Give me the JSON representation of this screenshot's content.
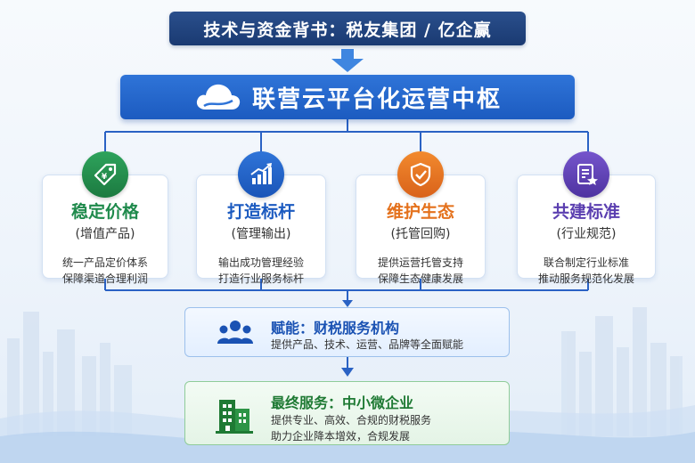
{
  "top_banner": "技术与资金背书：税友集团 / 亿企赢",
  "hub": {
    "title": "联营云平台化运营中枢",
    "icon": "cloud-icon"
  },
  "pillars": [
    {
      "title": "稳定价格",
      "subtitle": "(增值产品)",
      "desc_1": "统一产品定价体系",
      "desc_2": "保障渠道合理利润",
      "color": "#1f8a4c",
      "icon": "price-tag-icon"
    },
    {
      "title": "打造标杆",
      "subtitle": "(管理输出)",
      "desc_1": "输出成功管理经验",
      "desc_2": "打造行业服务标杆",
      "color": "#1c5bc0",
      "icon": "growth-chart-icon"
    },
    {
      "title": "维护生态",
      "subtitle": "(托管回购)",
      "desc_1": "提供运营托管支持",
      "desc_2": "保障生态健康发展",
      "color": "#e4711c",
      "icon": "shield-check-icon"
    },
    {
      "title": "共建标准",
      "subtitle": "(行业规范)",
      "desc_1": "联合制定行业标准",
      "desc_2": "推动服务规范化发展",
      "color": "#5b3fb0",
      "icon": "standard-document-icon"
    }
  ],
  "enablement": {
    "title": "赋能：财税服务机构",
    "desc": "提供产品、技术、运营、品牌等全面赋能",
    "icon": "people-group-icon",
    "color": "#1a52b3"
  },
  "final_service": {
    "title": "最终服务：中小微企业",
    "desc_1": "提供专业、高效、合规的财税服务",
    "desc_2": "助力企业降本增效，合规发展",
    "icon": "buildings-icon",
    "color": "#1f7a34"
  }
}
